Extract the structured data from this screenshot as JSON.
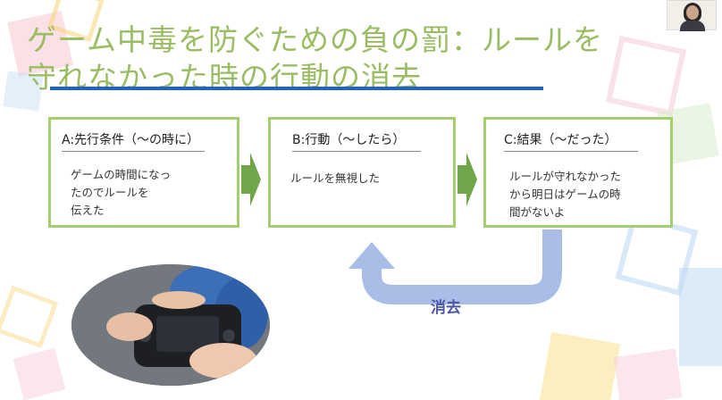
{
  "slide": {
    "title_line1": "ゲーム中毒を防ぐための負の罰：ルールを",
    "title_line2": "守れなかった時の行動の消去"
  },
  "boxes": [
    {
      "header": "A:先行条件（〜の時に）",
      "body": [
        "ゲームの時間になっ",
        "たのでルールを",
        "伝えた"
      ]
    },
    {
      "header": "B:行動（〜したら）",
      "body": [
        "ルールを無視した"
      ]
    },
    {
      "header": "C:結果（〜だった）",
      "body": [
        "ルールが守れなかった",
        "から明日はゲームの時",
        "間がないよ"
      ]
    }
  ],
  "cycle_label": "消去",
  "colors": {
    "title": "#9abd63",
    "underline": "#1f63c9",
    "box_border": "#a3cf6f",
    "arrow_green": "#6fa64a",
    "cycle_arrow": "#a9bde6",
    "cycle_label": "#4a57a5"
  },
  "icons": {
    "flow_arrow": "right-arrow-icon",
    "cycle_arrow": "curved-return-arrow-icon"
  }
}
